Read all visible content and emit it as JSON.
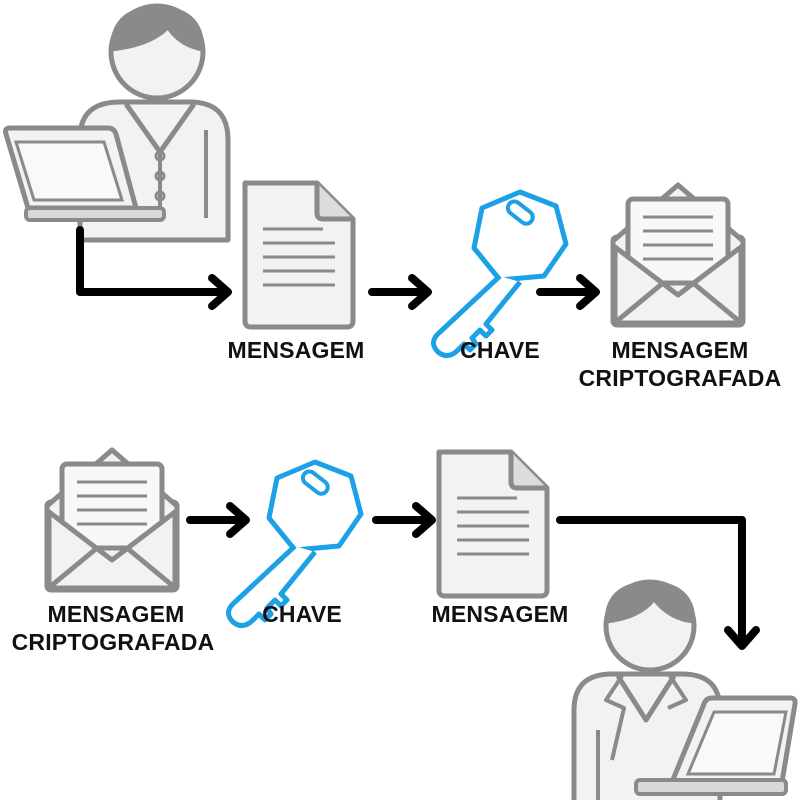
{
  "encrypt_flow": {
    "message_label": "MENSAGEM",
    "key_label": "CHAVE",
    "encrypted_label_line1": "MENSAGEM",
    "encrypted_label_line2": "CRIPTOGRAFADA"
  },
  "decrypt_flow": {
    "encrypted_label_line1": "MENSAGEM",
    "encrypted_label_line2": "CRIPTOGRAFADA",
    "key_label": "CHAVE",
    "message_label": "MENSAGEM"
  },
  "colors": {
    "icon_gray": "#8a8a8a",
    "icon_fill": "#f2f2f2",
    "key_blue": "#1da1e6",
    "arrow": "#000000",
    "text": "#111111"
  },
  "icons": [
    "sender-person-icon",
    "laptop-icon",
    "document-icon",
    "key-icon",
    "envelope-letter-icon",
    "receiver-person-icon"
  ]
}
